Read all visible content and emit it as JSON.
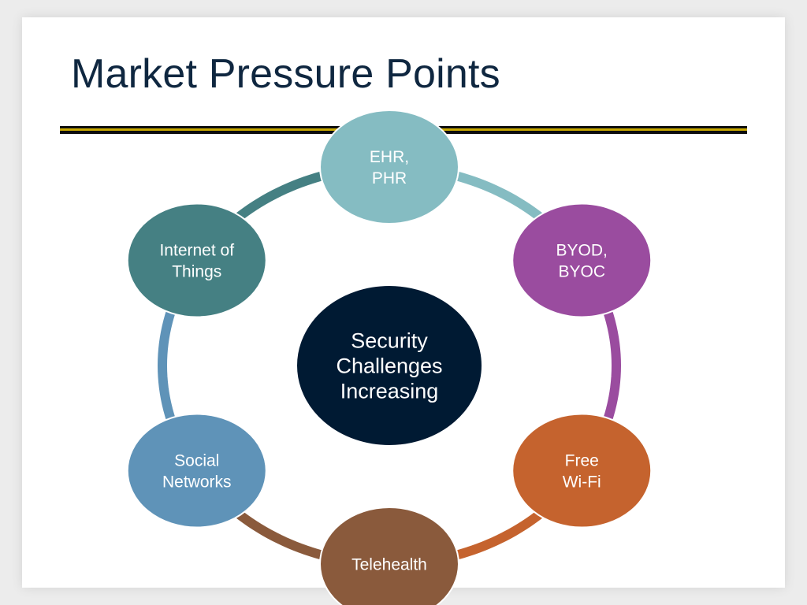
{
  "slide": {
    "title": "Market Pressure Points"
  },
  "diagram": {
    "center": {
      "lines": [
        "Security",
        "Challenges",
        "Increasing"
      ],
      "color": "#001a33"
    },
    "nodes": [
      {
        "id": "ehr-phr",
        "lines": [
          "EHR,",
          "PHR"
        ],
        "color": "#85bcc2"
      },
      {
        "id": "byod-byoc",
        "lines": [
          "BYOD,",
          "BYOC"
        ],
        "color": "#9a4c9f"
      },
      {
        "id": "free-wifi",
        "lines": [
          "Free",
          "Wi-Fi"
        ],
        "color": "#c5632e"
      },
      {
        "id": "telehealth",
        "lines": [
          "Telehealth"
        ],
        "color": "#8a5a3c"
      },
      {
        "id": "social-networks",
        "lines": [
          "Social",
          "Networks"
        ],
        "color": "#5f93b8"
      },
      {
        "id": "internet-of-things",
        "lines": [
          "Internet of",
          "Things"
        ],
        "color": "#458083"
      }
    ]
  }
}
